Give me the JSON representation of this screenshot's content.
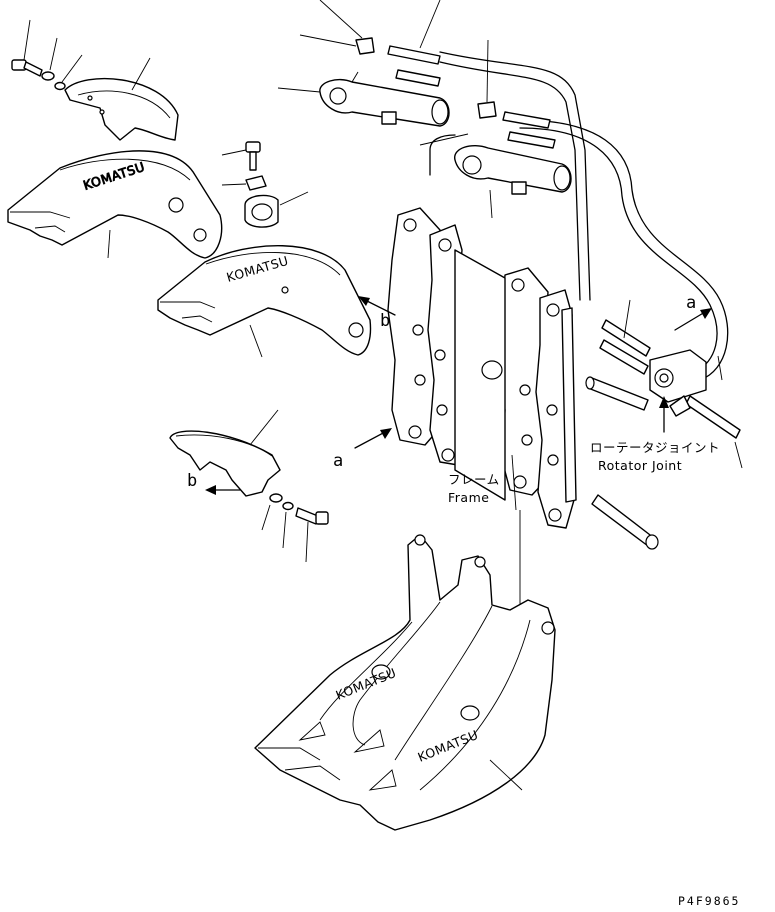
{
  "labels": {
    "frame_jp": "フレーム",
    "frame_en": "Frame",
    "rotator_jp": "ローテータジョイント",
    "rotator_en": "Rotator Joint",
    "ref_a": "a",
    "ref_b": "b",
    "drawing_code": "P4F9865"
  }
}
